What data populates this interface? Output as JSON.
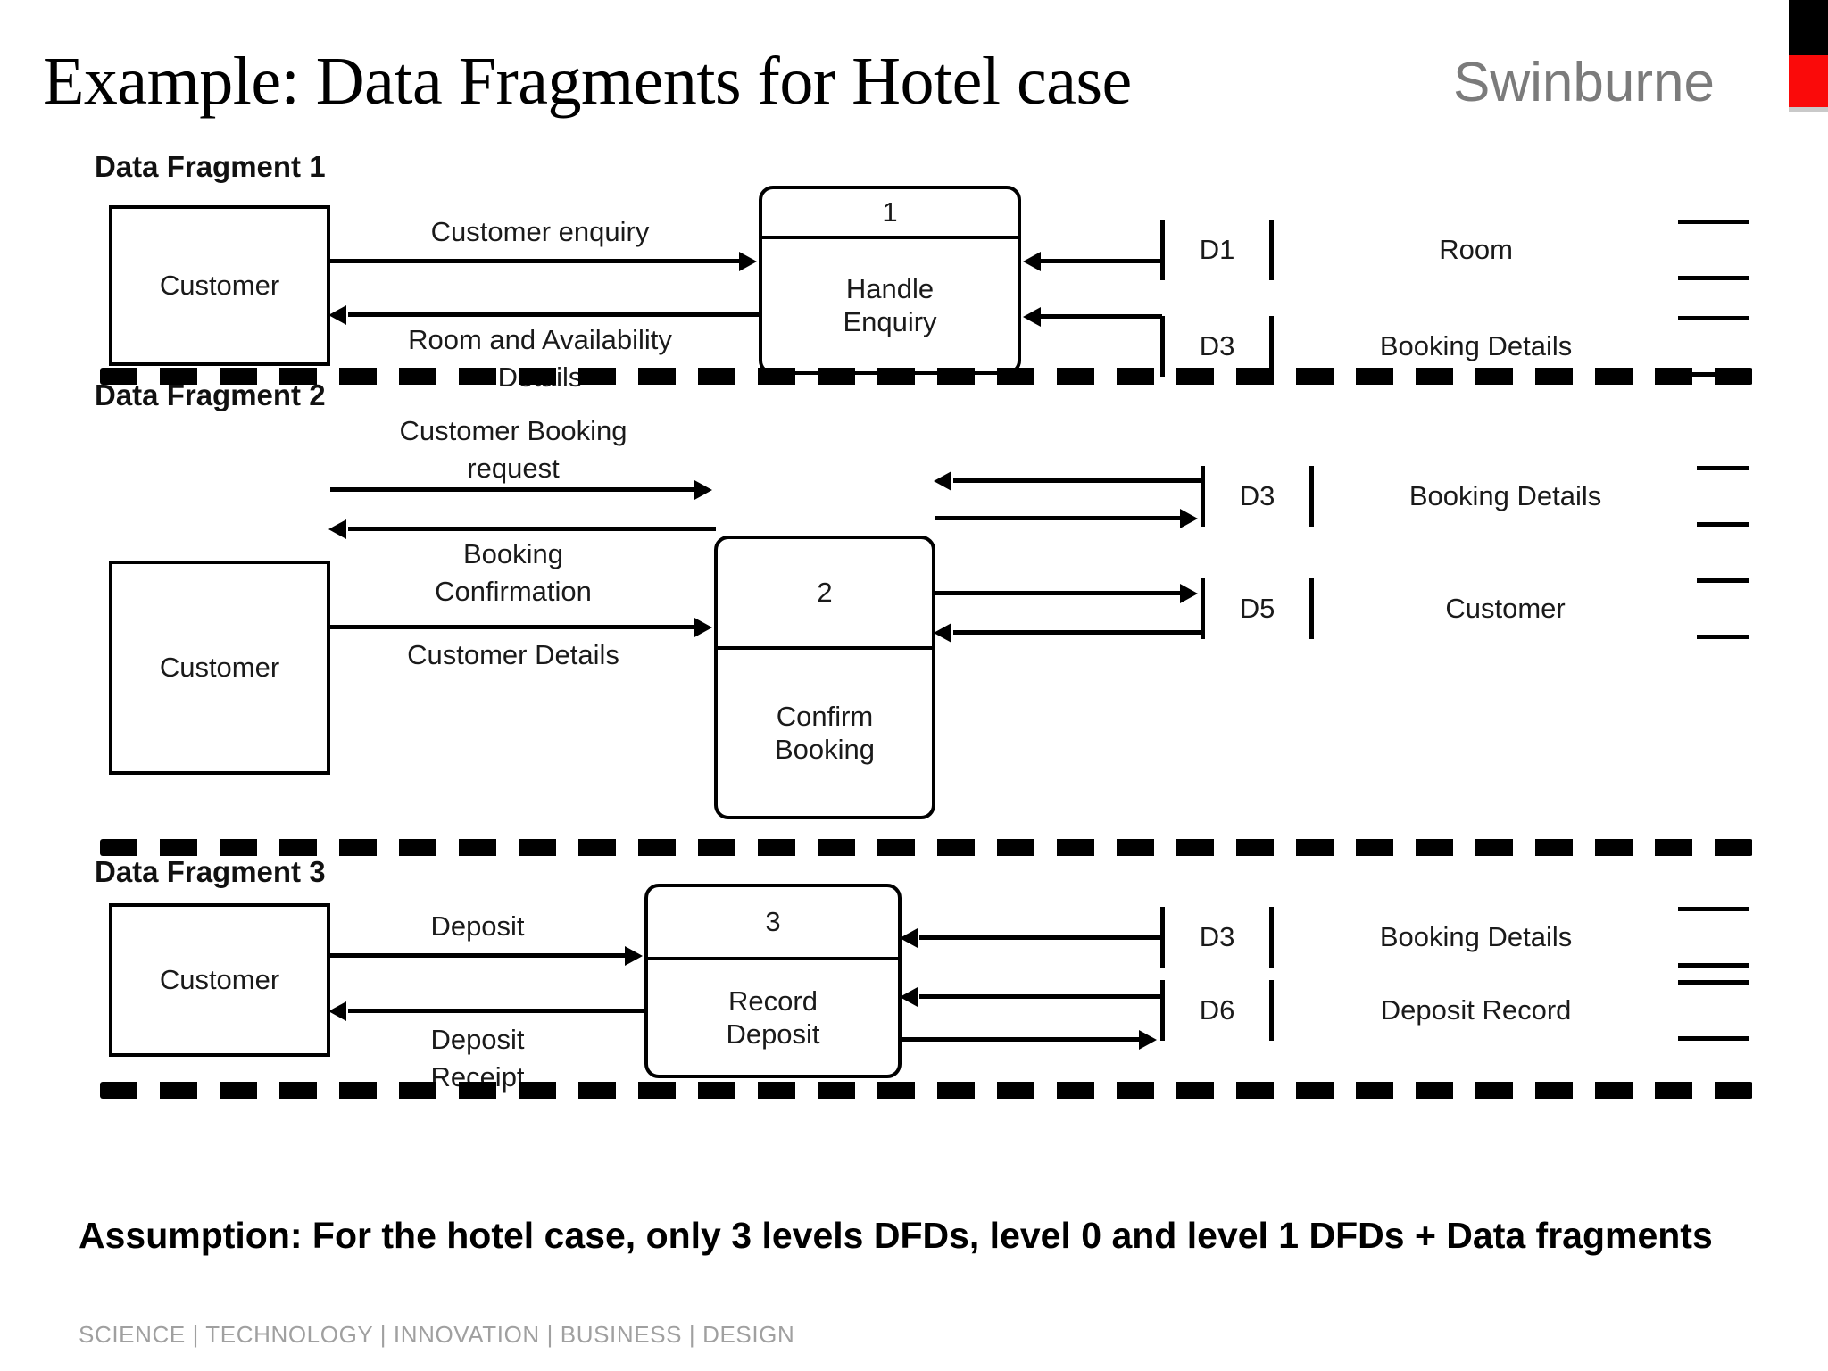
{
  "header": {
    "title": "Example: Data Fragments for Hotel case",
    "brand": "Swinburne",
    "brand_colors": {
      "black": "#000000",
      "red": "#FA0A0A"
    }
  },
  "fragments": [
    {
      "label": "Data Fragment 1",
      "entity": "Customer",
      "process": {
        "number": "1",
        "name": "Handle\nEnquiry"
      },
      "flows_left": [
        {
          "label": "Customer enquiry",
          "direction": "to-process"
        },
        {
          "label": "Room and Availability\nDetails",
          "direction": "to-entity"
        }
      ],
      "stores": [
        {
          "id": "D1",
          "name": "Room",
          "direction": "to-process"
        },
        {
          "id": "D3",
          "name": "Booking Details",
          "direction": "to-process"
        }
      ]
    },
    {
      "label": "Data Fragment 2",
      "entity": "Customer",
      "process": {
        "number": "2",
        "name": "Confirm\nBooking"
      },
      "flows_left": [
        {
          "label": "Customer Booking\nrequest",
          "direction": "to-process"
        },
        {
          "label": "Booking\nConfirmation",
          "direction": "to-entity"
        },
        {
          "label": "Customer Details",
          "direction": "to-process"
        }
      ],
      "stores": [
        {
          "id": "D3",
          "name": "Booking Details",
          "direction": "both"
        },
        {
          "id": "D5",
          "name": "Customer",
          "direction": "both"
        }
      ]
    },
    {
      "label": "Data Fragment 3",
      "entity": "Customer",
      "process": {
        "number": "3",
        "name": "Record\nDeposit"
      },
      "flows_left": [
        {
          "label": "Deposit",
          "direction": "to-process"
        },
        {
          "label": "Deposit\nReceipt",
          "direction": "to-entity"
        }
      ],
      "stores": [
        {
          "id": "D3",
          "name": "Booking Details",
          "direction": "to-process"
        },
        {
          "id": "D6",
          "name": "Deposit Record",
          "direction": "both"
        }
      ]
    }
  ],
  "footer": {
    "assumption": "Assumption: For the hotel case, only 3 levels DFDs, level 0 and level 1 DFDs + Data fragments",
    "tagline": "SCIENCE  |  TECHNOLOGY  |  INNOVATION  |  BUSINESS  |  DESIGN"
  }
}
